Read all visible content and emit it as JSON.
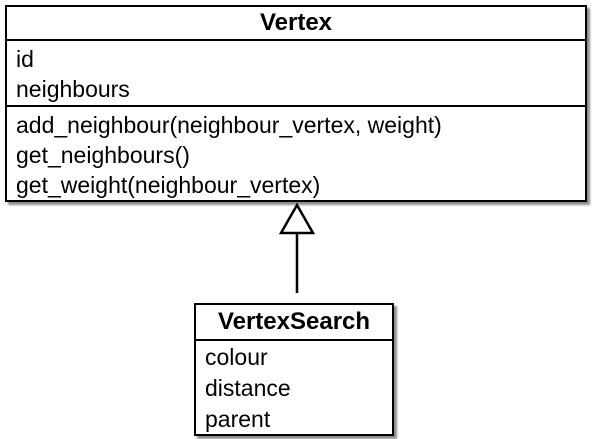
{
  "diagram": {
    "classes": [
      {
        "name": "Vertex",
        "attributes": [
          "id",
          "neighbours"
        ],
        "operations": [
          "add_neighbour(neighbour_vertex, weight)",
          "get_neighbours()",
          "get_weight(neighbour_vertex)"
        ]
      },
      {
        "name": "VertexSearch",
        "attributes": [
          "colour",
          "distance",
          "parent"
        ]
      }
    ],
    "relationships": [
      {
        "type": "generalization",
        "from": "VertexSearch",
        "to": "Vertex"
      }
    ]
  }
}
